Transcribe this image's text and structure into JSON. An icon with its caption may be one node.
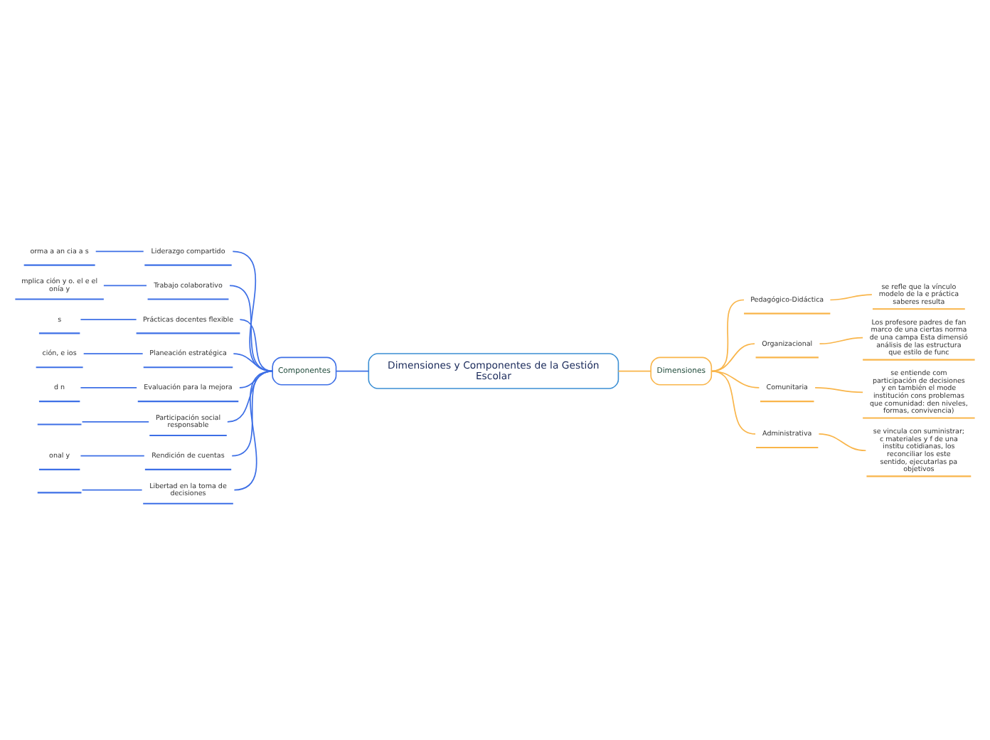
{
  "diagram": {
    "nodes": [
      {
        "text": [
          "Dimensiones y Componentes de la Gestión Escolar"
        ]
      },
      {
        "text": [
          "Componentes"
        ]
      },
      {
        "text": [
          "Liderazgo compartido"
        ]
      },
      {
        "text": [
          "orma a an cia a s"
        ]
      },
      {
        "text": [
          "Trabajo colaborativo"
        ]
      },
      {
        "text": [
          "mplica ción y o. el e el onía y"
        ]
      },
      {
        "text": [
          "Prácticas docentes flexible"
        ]
      },
      {
        "text": [
          "s"
        ]
      },
      {
        "text": [
          "Planeación estratégica"
        ]
      },
      {
        "text": [
          "ción, e ios"
        ]
      },
      {
        "text": [
          "Evaluación para la mejora"
        ]
      },
      {
        "text": [
          "d n"
        ]
      },
      {
        "text": [
          "Participación social responsable"
        ]
      },
      {
        "text": [],
        "shape": "bar"
      },
      {
        "text": [
          "Rendición de cuentas"
        ]
      },
      {
        "text": [
          "onal y"
        ]
      },
      {
        "text": [
          "Libertad en la toma de decisiones"
        ]
      },
      {
        "text": [],
        "shape": "bar"
      },
      {
        "text": [
          "Dimensiones"
        ]
      },
      {
        "text": [
          "Pedagógico-Didáctica"
        ]
      },
      {
        "text": [
          "se refle que la vínculo modelo de la e práctica saberes resulta"
        ]
      },
      {
        "text": [
          "Organizacional"
        ]
      },
      {
        "text": [
          "Los profesore padres de fan marco de una ciertas norma de una campa Esta dimensió análisis de las estructura que estilo de func"
        ]
      },
      {
        "text": [
          "Comunitaria"
        ]
      },
      {
        "text": [
          "se entiende com participación de decisiones y en también el mode institución cons problemas que comunidad: den niveles, formas, convivencia)"
        ]
      },
      {
        "text": [
          "Administrativa"
        ]
      },
      {
        "text": [
          "se vincula con suministrar; c materiales y f de una institu cotidianas, los reconciliar los este sentido, ejecutarlas pa objetivos"
        ]
      }
    ],
    "edges": [
      {
        "from": 0,
        "to": 1,
        "arrow": "none"
      },
      {
        "from": 1,
        "to": 2,
        "arrow": "none"
      },
      {
        "from": 2,
        "to": 3,
        "arrow": "none"
      },
      {
        "from": 1,
        "to": 4,
        "arrow": "none"
      },
      {
        "from": 4,
        "to": 5,
        "arrow": "none"
      },
      {
        "from": 1,
        "to": 6,
        "arrow": "none"
      },
      {
        "from": 6,
        "to": 7,
        "arrow": "none"
      },
      {
        "from": 1,
        "to": 8,
        "arrow": "none"
      },
      {
        "from": 8,
        "to": 9,
        "arrow": "none"
      },
      {
        "from": 1,
        "to": 10,
        "arrow": "none"
      },
      {
        "from": 10,
        "to": 11,
        "arrow": "none"
      },
      {
        "from": 1,
        "to": 12,
        "arrow": "none"
      },
      {
        "from": 12,
        "to": 13,
        "arrow": "none"
      },
      {
        "from": 1,
        "to": 14,
        "arrow": "none"
      },
      {
        "from": 14,
        "to": 15,
        "arrow": "none"
      },
      {
        "from": 1,
        "to": 16,
        "arrow": "none"
      },
      {
        "from": 16,
        "to": 17,
        "arrow": "none"
      },
      {
        "from": 0,
        "to": 18,
        "arrow": "none",
        "color": "#f9b54a"
      },
      {
        "from": 18,
        "to": 19,
        "arrow": "none",
        "color": "#f9b54a"
      },
      {
        "from": 19,
        "to": 20,
        "arrow": "none",
        "color": "#f9b54a"
      },
      {
        "from": 18,
        "to": 21,
        "arrow": "none",
        "color": "#f9b54a"
      },
      {
        "from": 21,
        "to": 22,
        "arrow": "none",
        "color": "#f9b54a"
      },
      {
        "from": 18,
        "to": 23,
        "arrow": "none",
        "color": "#f9b54a"
      },
      {
        "from": 23,
        "to": 24,
        "arrow": "none",
        "color": "#f9b54a"
      },
      {
        "from": 18,
        "to": 25,
        "arrow": "none",
        "color": "#f9b54a"
      },
      {
        "from": 25,
        "to": 26,
        "arrow": "none",
        "color": "#f9b54a"
      }
    ]
  }
}
